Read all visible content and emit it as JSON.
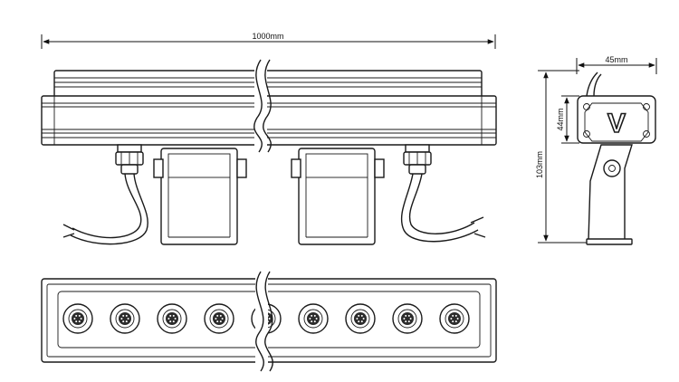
{
  "dimensions": {
    "length": "1000mm",
    "width": "45mm",
    "height_body": "44mm",
    "height_total": "103mm"
  },
  "front_view": {
    "led_count": 9
  },
  "logo_letter": "V",
  "colors": {
    "line": "#1a1a1a",
    "background": "#ffffff"
  }
}
